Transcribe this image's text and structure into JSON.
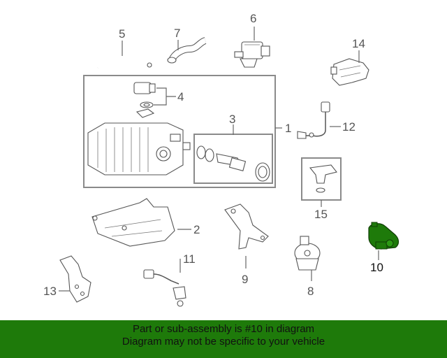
{
  "callouts": {
    "c1": "1",
    "c2": "2",
    "c3": "3",
    "c4": "4",
    "c5": "5",
    "c6": "6",
    "c7": "7",
    "c8": "8",
    "c9": "9",
    "c10": "10",
    "c11": "11",
    "c12": "12",
    "c13": "13",
    "c14": "14",
    "c15": "15"
  },
  "highlight": {
    "part_number": "10",
    "color": "#1e7a0a"
  },
  "banner": {
    "line1": "Part or sub-assembly is #10 in diagram",
    "line2": "Diagram may not be specific to your vehicle",
    "background": "#1e7a0a"
  }
}
